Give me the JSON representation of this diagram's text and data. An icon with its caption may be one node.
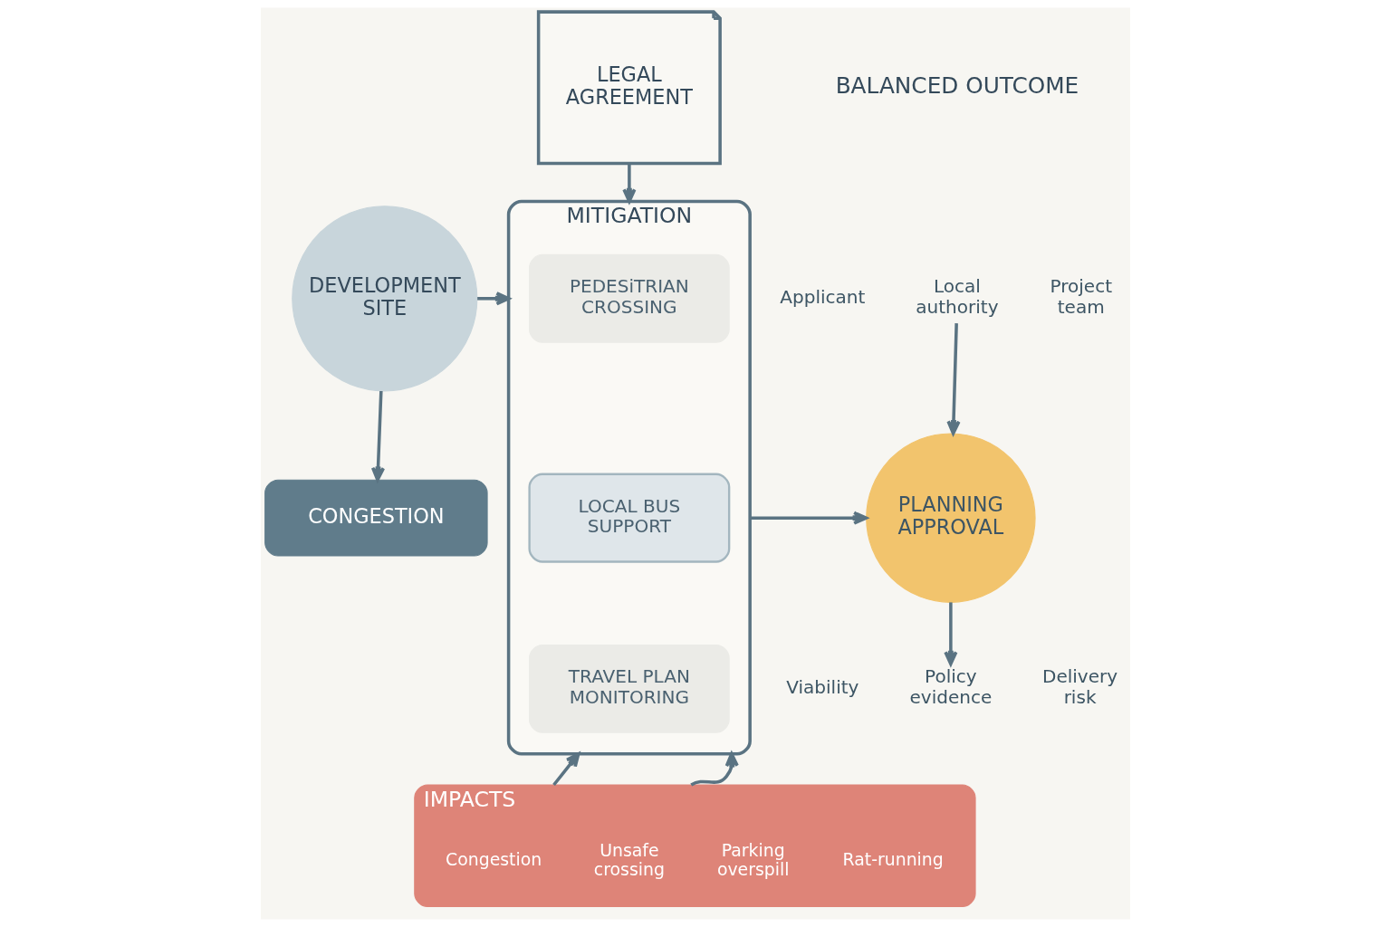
{
  "diagram": {
    "nodes": [
      {
        "text": [
          "DEVELOPMENT SITE"
        ]
      },
      {
        "text": [
          "CONGESTION"
        ]
      },
      {
        "text": [
          "LEGAL AGREEMENT"
        ]
      },
      {
        "text": [
          "MITIGATION"
        ]
      },
      {
        "text": [
          "PEDESiTRIAN CROSSING"
        ],
        "in": 3
      },
      {
        "text": [
          "LOCAL BUS SUPPORT"
        ],
        "in": 3
      },
      {
        "text": [
          "TRAVEL PLAN MONITORING"
        ],
        "in": 3
      },
      {
        "text": [
          "Applicant"
        ]
      },
      {
        "text": [
          "Local authority"
        ]
      },
      {
        "text": [
          "Project team"
        ]
      },
      {
        "text": [
          "PLANNING APPROVAL"
        ]
      },
      {
        "text": [
          "Viability"
        ]
      },
      {
        "text": [
          "Policy evidence"
        ]
      },
      {
        "text": [
          "Delivery risk"
        ]
      },
      {
        "text": [
          "IMPACTS"
        ]
      },
      {
        "text": [
          "Congestion"
        ],
        "in": 14
      },
      {
        "text": [
          "Unsafe crossing"
        ],
        "in": 14
      },
      {
        "text": [
          "Parking overspill"
        ],
        "in": 14
      },
      {
        "text": [
          "Rat-running"
        ],
        "in": 14
      }
    ],
    "edges": [
      {
        "from": 2,
        "to": 3,
        "arrow": "to"
      },
      {
        "from": 0,
        "to": 3,
        "arrow": "to"
      },
      {
        "from": 14,
        "to": 3,
        "arrow": "to"
      },
      {
        "from": 14,
        "to": 3,
        "arrow": "to"
      },
      {
        "from": 0,
        "to": 1,
        "arrow": "to"
      },
      {
        "from": 3,
        "to": 10,
        "arrow": "to"
      },
      {
        "from": 8,
        "to": 10,
        "arrow": "to"
      },
      {
        "from": 10,
        "to": 12,
        "arrow": "to"
      }
    ],
    "labels": [
      "BALANCED OUTCOME"
    ]
  }
}
